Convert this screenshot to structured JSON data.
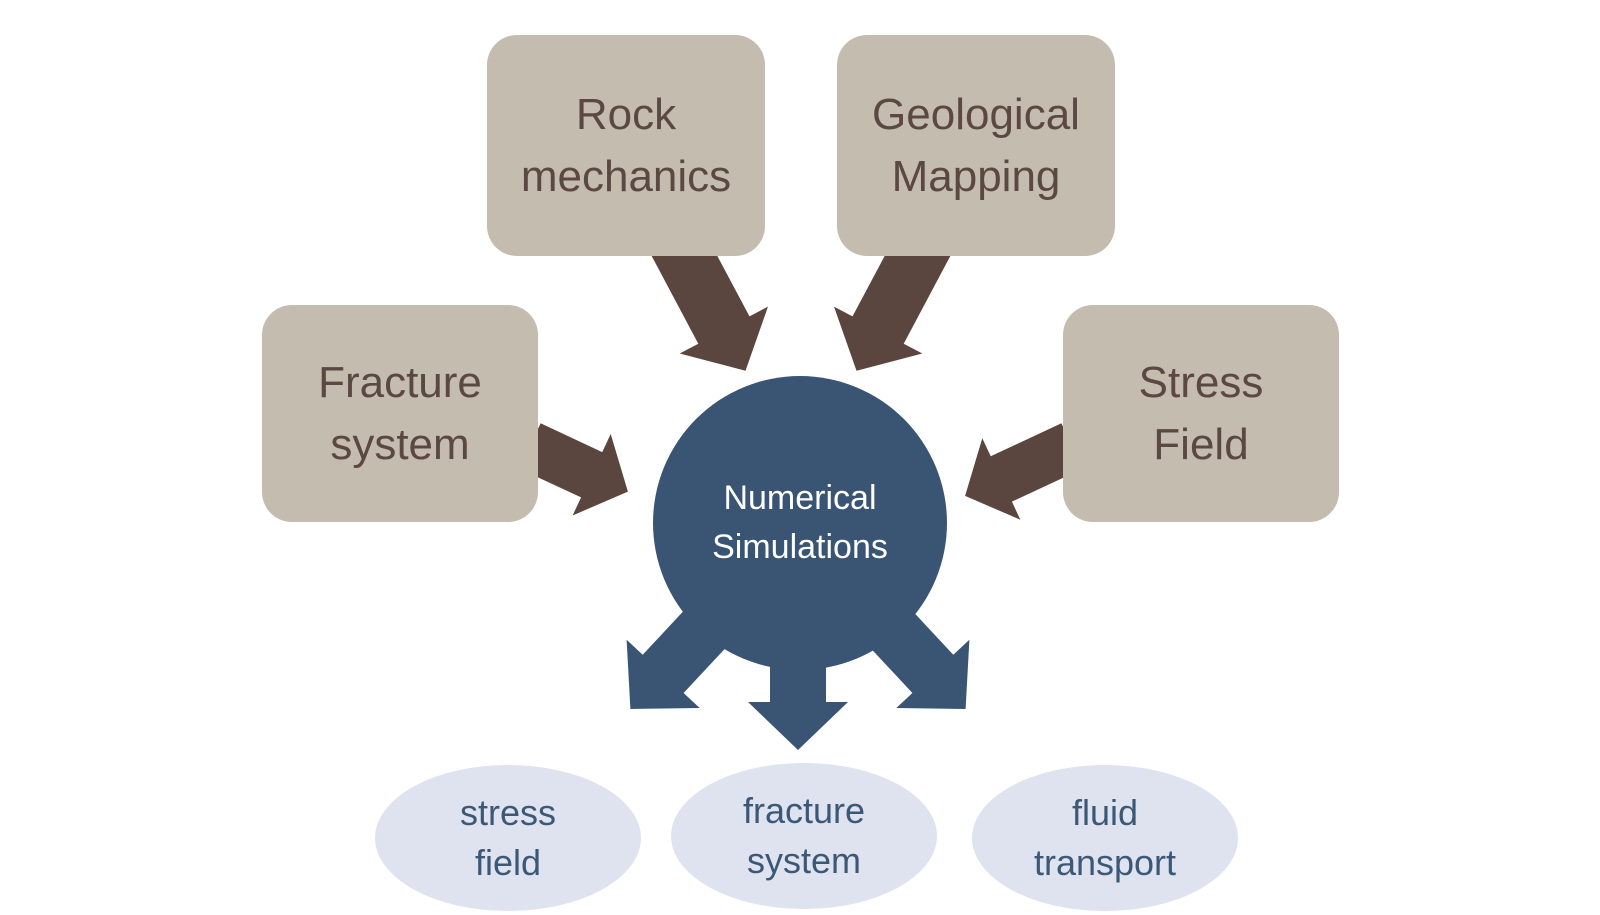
{
  "palette": {
    "input_box_fill": "#c4bcae",
    "input_box_text": "#5c4842",
    "input_arrow": "#5a463e",
    "center_fill": "#3a5573",
    "center_text": "#fdfdfd",
    "output_arrow": "#3a5573",
    "output_ellipse_fill": "#dfe3f0",
    "output_ellipse_text": "#3b5877",
    "background": "#ffffff"
  },
  "diagram": {
    "center": {
      "label": "Numerical\nSimulations"
    },
    "inputs": [
      {
        "label": "Rock\nmechanics"
      },
      {
        "label": "Geological\nMapping"
      },
      {
        "label": "Fracture\nsystem"
      },
      {
        "label": "Stress\nField"
      }
    ],
    "outputs": [
      {
        "label": "stress\nfield"
      },
      {
        "label": "fracture\nsystem"
      },
      {
        "label": "fluid\ntransport"
      }
    ]
  }
}
